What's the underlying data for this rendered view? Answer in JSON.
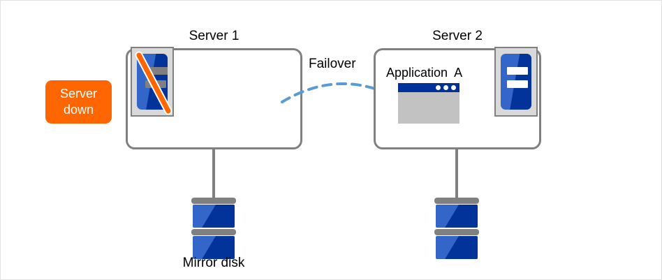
{
  "diagram": {
    "title": "Failover to standby server with mirror disk",
    "colors": {
      "alert_orange": "#FF6600",
      "box_gray": "#808080",
      "icon_blue": "#3465C8",
      "icon_navy": "#01339B",
      "arrow_blue": "#5B9BD5",
      "app_titlebar": "#00309A",
      "app_body": "#C2C2C2",
      "icon_frame": "#D9D9D9"
    }
  },
  "badge": {
    "line1": "Server",
    "line2": "down"
  },
  "server1": {
    "caption": "Server 1",
    "machine_icon": "server-down-icon",
    "status": "down"
  },
  "server2": {
    "caption": "Server 2",
    "machine_icon": "server-ok-icon",
    "status": "running",
    "application": {
      "label_part1": "Application",
      "label_part2": "A",
      "window_icon": "app-window-icon",
      "dots": 3
    }
  },
  "failover": {
    "label": "Failover",
    "direction": "server1-to-server2",
    "style": "dashed-curved-arrow"
  },
  "storage": {
    "label": "Mirror disk",
    "disk_count": 2,
    "platters_per_disk": 2
  }
}
